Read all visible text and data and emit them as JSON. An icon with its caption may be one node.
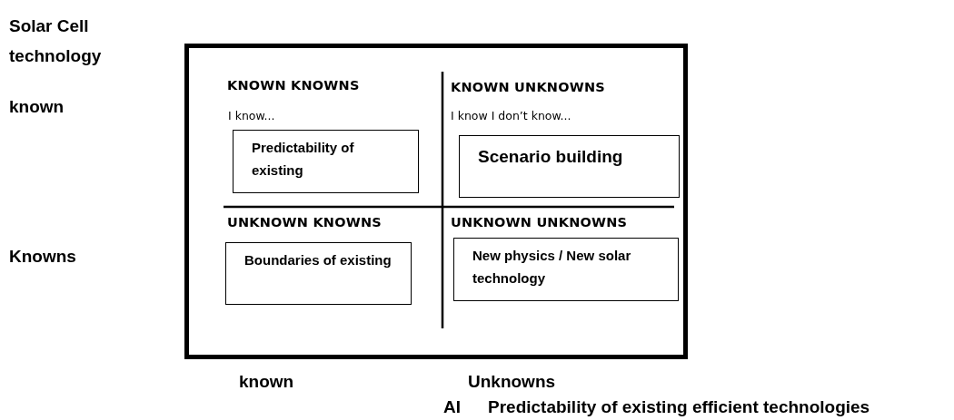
{
  "diagram": {
    "nodes": [
      {
        "text": [
          "Predictability of existing"
        ]
      },
      {
        "text": [
          "Scenario building"
        ]
      },
      {
        "text": [
          "Boundaries of existing"
        ]
      },
      {
        "text": [
          "New physics / New solar technology"
        ]
      }
    ],
    "labels": [
      "Solar Cell technology",
      "known",
      "KNOWN KNOWNS",
      "KNOWN UNKNOWNS",
      "I know...",
      "I know I don’t know...",
      "UNKNOWN KNOWNS",
      "UNKNOWN UNKNOWNS",
      "Knowns",
      "known",
      "Unknowns",
      "AI",
      "Predictability of existing efficient technologies"
    ]
  }
}
